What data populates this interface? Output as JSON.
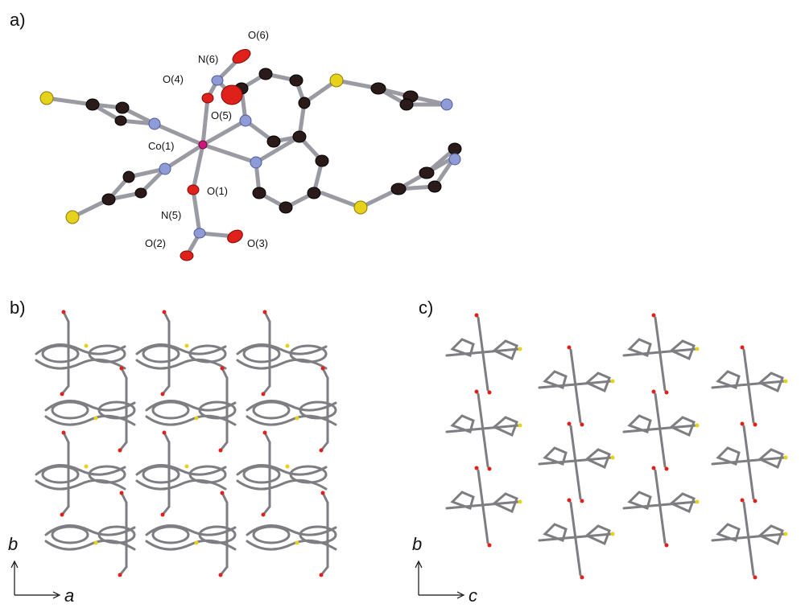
{
  "panels": {
    "a": {
      "label": "a)"
    },
    "b": {
      "label": "b)"
    },
    "c": {
      "label": "c)"
    }
  },
  "atom_labels": {
    "co1": "Co(1)",
    "o1": "O(1)",
    "o2": "O(2)",
    "o3": "O(3)",
    "o4": "O(4)",
    "o5": "O(5)",
    "o6": "O(6)",
    "n5": "N(5)",
    "n6": "N(6)"
  },
  "axes": {
    "b_panel": {
      "vertical": "b",
      "horizontal": "a"
    },
    "c_panel": {
      "vertical": "b",
      "horizontal": "c"
    }
  },
  "colors": {
    "carbon": "#2a1a1a",
    "nitrogen": "#8e9bd6",
    "oxygen": "#e0201a",
    "sulfur": "#e6d21a",
    "cobalt": "#d0147a",
    "bond": "#9a9aa3",
    "packing_bond": "#7d7d82"
  }
}
